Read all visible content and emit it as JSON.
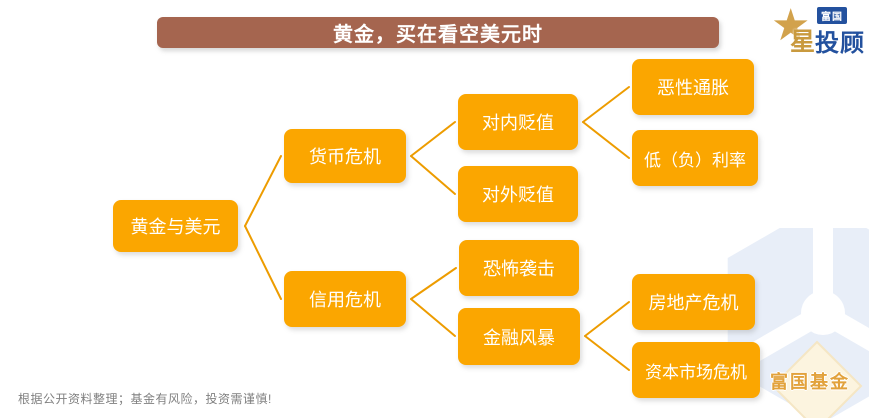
{
  "header": {
    "title": "黄金，买在看空美元时",
    "bg_color": "#A5654F",
    "text_color": "#FFFFFF"
  },
  "brand_logo": {
    "star_glyph": "★",
    "star_char": "星",
    "badge_text": "富国",
    "name_text": "投顾",
    "blue": "#23519E",
    "gold": "#D2A24C"
  },
  "diagram": {
    "node_color": "#FBA600",
    "connector_color": "#ED9C00",
    "nodes": {
      "root": {
        "label": "黄金与美元"
      },
      "currency_crisis": {
        "label": "货币危机"
      },
      "credit_crisis": {
        "label": "信用危机"
      },
      "internal_devaluation": {
        "label": "对内贬值"
      },
      "external_devaluation": {
        "label": "对外贬值"
      },
      "hyperinflation": {
        "label": "恶性通胀"
      },
      "low_negative_rates": {
        "label": "低（负）利率"
      },
      "terror_attacks": {
        "label": "恐怖袭击"
      },
      "financial_storm": {
        "label": "金融风暴"
      },
      "real_estate_crisis": {
        "label": "房地产危机"
      },
      "capital_market_crisis": {
        "label": "资本市场危机"
      }
    },
    "edges": [
      [
        "root",
        "currency_crisis"
      ],
      [
        "root",
        "credit_crisis"
      ],
      [
        "currency_crisis",
        "internal_devaluation"
      ],
      [
        "currency_crisis",
        "external_devaluation"
      ],
      [
        "internal_devaluation",
        "hyperinflation"
      ],
      [
        "internal_devaluation",
        "low_negative_rates"
      ],
      [
        "credit_crisis",
        "terror_attacks"
      ],
      [
        "credit_crisis",
        "financial_storm"
      ],
      [
        "financial_storm",
        "real_estate_crisis"
      ],
      [
        "financial_storm",
        "capital_market_crisis"
      ]
    ]
  },
  "watermark": {
    "text": "富国基金"
  },
  "footer": {
    "disclaimer": "根据公开资料整理；基金有风险，投资需谨慎!"
  }
}
